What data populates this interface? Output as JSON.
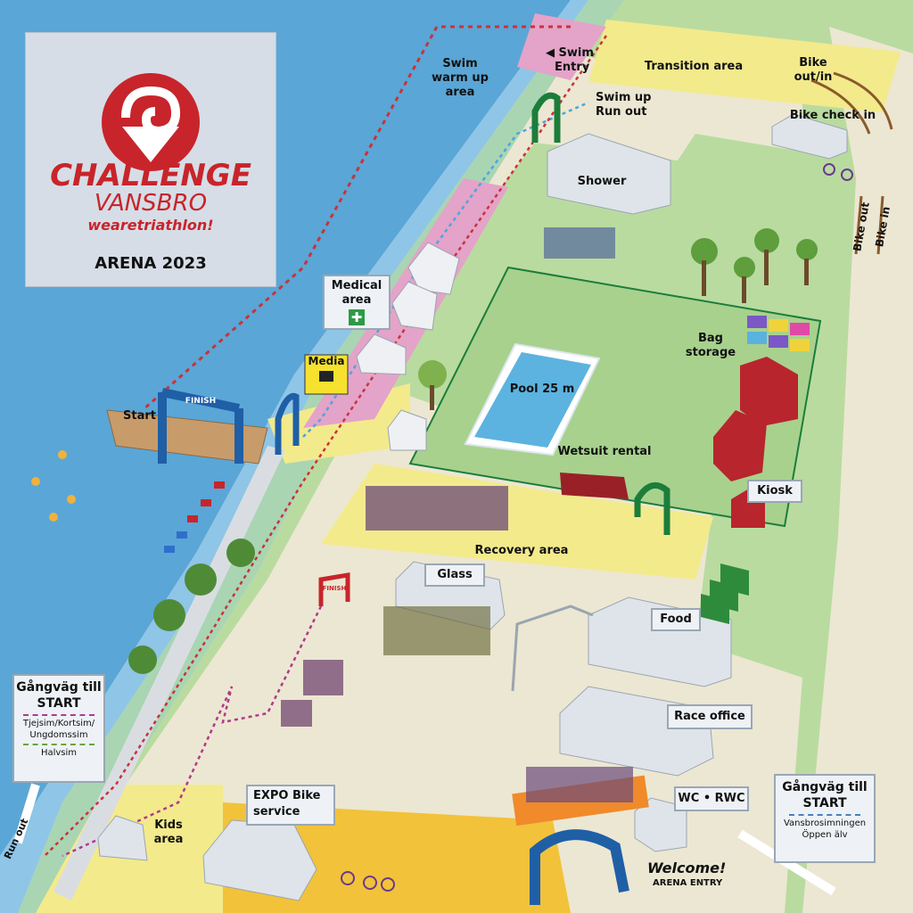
{
  "logo": {
    "brand_line1": "CHALLENGE",
    "brand_line2": "VANSBRO",
    "tagline": "wearetriathlon!",
    "title": "ARENA 2023"
  },
  "labels": {
    "swim_warm_up": "Swim warm up area",
    "swim_entry": "◀ Swim Entry",
    "transition_area": "Transition area",
    "bike_out_in": "Bike out/in",
    "swim_up_run_out": "Swim up Run out",
    "bike_check_in": "Bike check in",
    "shower": "Shower",
    "bike_out": "Bike out",
    "bike_in": "Bike in",
    "medical_area": "Medical area",
    "media": "Media",
    "bag_storage": "Bag storage",
    "pool": "Pool 25 m",
    "start": "Start",
    "finish_gate": "FINISH",
    "wetsuit_rental": "Wetsuit rental",
    "kiosk": "Kiosk",
    "recovery_area": "Recovery area",
    "glass": "Glass",
    "finish_small": "FINISH",
    "food": "Food",
    "race_office": "Race office",
    "wc_rwc": "WC • RWC",
    "expo_bike_service": "EXPO Bike service",
    "kids_area": "Kids area",
    "welcome": "Welcome!",
    "arena_entry": "ARENA ENTRY",
    "run_out": "Run out"
  },
  "legend_left": {
    "title": "Gångväg till START",
    "route_1": "Tjejsim/Kortsim/ Ungdomssim",
    "route_2": "Halvsim"
  },
  "legend_right": {
    "title": "Gångväg till START",
    "route_1": "Vansbrosimningen Öppen älv"
  },
  "colors": {
    "water": "#5aa6d6",
    "grass": "#b9dba0",
    "path": "#ece7d2",
    "yellow_zone": "#f3ea8c",
    "pink_zone": "#e4a3c8",
    "brand_red": "#c8242b",
    "gate_blue": "#1f5fa6",
    "gate_green": "#1c7d3a",
    "route_red": "#c9333a",
    "route_blue": "#4aa6df",
    "route_purple": "#b03a8c"
  }
}
